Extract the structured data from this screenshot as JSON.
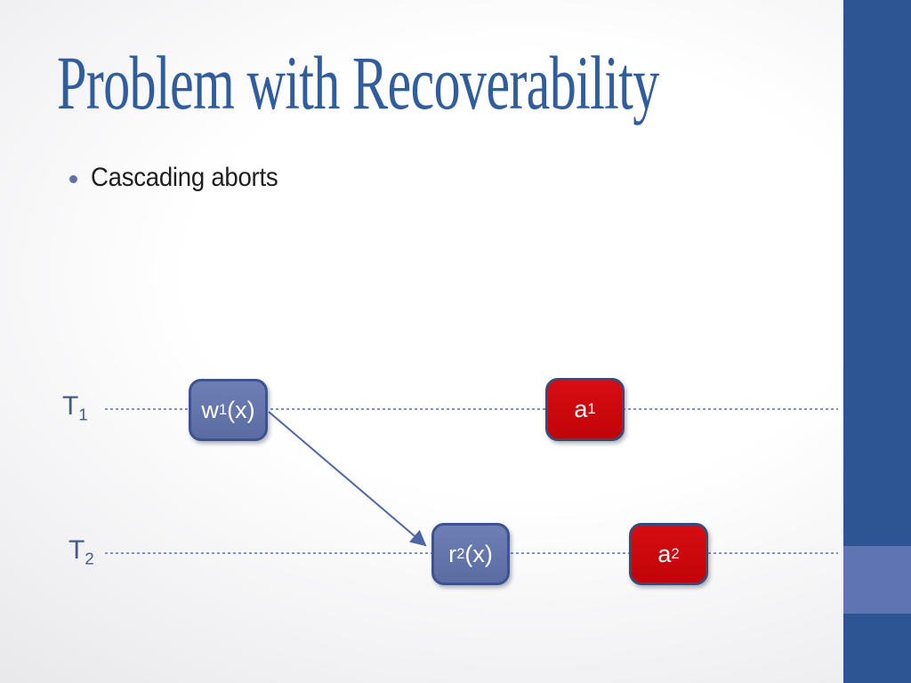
{
  "slide": {
    "title": "Problem with Recoverability",
    "bullets": [
      {
        "text": "Cascading aborts"
      }
    ]
  },
  "diagram": {
    "timelines": [
      {
        "name": "T",
        "sub": "1"
      },
      {
        "name": "T",
        "sub": "2"
      }
    ],
    "operations": [
      {
        "base": "w",
        "sub": "1",
        "args": "(x)",
        "kind": "write",
        "timeline": "T1"
      },
      {
        "base": "a",
        "sub": "1",
        "args": "",
        "kind": "abort",
        "timeline": "T1"
      },
      {
        "base": "r",
        "sub": "2",
        "args": "(x)",
        "kind": "read",
        "timeline": "T2"
      },
      {
        "base": "a",
        "sub": "2",
        "args": "",
        "kind": "abort",
        "timeline": "T2"
      }
    ],
    "arrow": {
      "from": "w1(x)",
      "to": "r2(x)"
    }
  },
  "colors": {
    "title_color": "#2F5D9E",
    "bullet_dot": "#6073A6",
    "t_label": "#3D5B92",
    "timeline": "#8094C2",
    "box_blue": "#5F72A8",
    "box_blue_border": "#3C538F",
    "box_red": "#CB0609",
    "box_red_border": "#3A4A76",
    "arrow": "#4E66A5",
    "accent_bar": "#2D5493",
    "accent_block": "#5F74B2"
  }
}
